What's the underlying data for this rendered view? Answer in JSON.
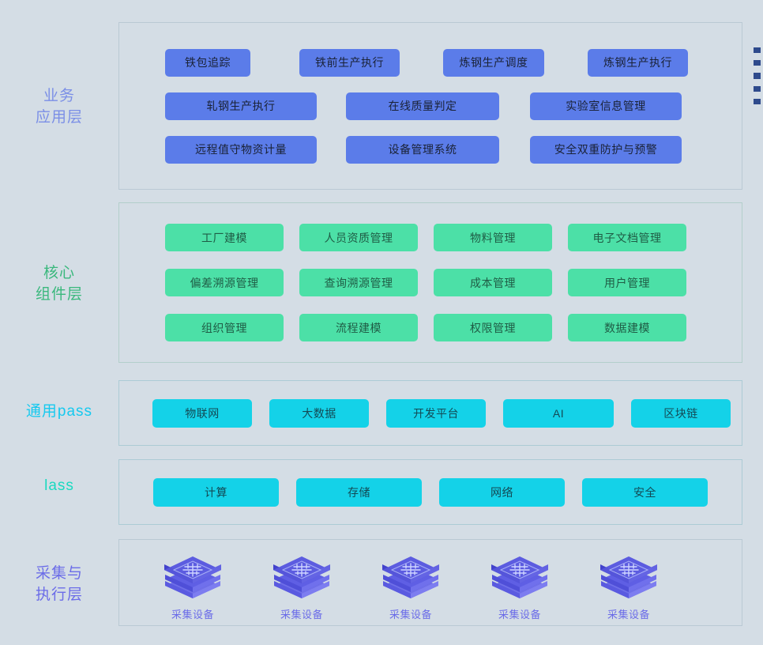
{
  "background_color": "#d4dde5",
  "palette": {
    "blue_chip": "#5b7ce9",
    "green_chip": "#4ce0a7",
    "cyan_chip": "#14d2e8",
    "business_label": "#7b8fe6",
    "core_label": "#3ab87d",
    "pass_label": "#16c9ef",
    "iaas_label": "#1ad9c0",
    "collect_label": "#6b6ce8",
    "panel_border": "#b9c9d3",
    "device_icon": "#4f4ede"
  },
  "layers": [
    {
      "id": "business",
      "label": "业务\n应用层",
      "label_color": "#7b8fe6",
      "chip_style": "blue",
      "rows": [
        [
          "铁包追踪",
          "铁前生产执行",
          "炼钢生产调度",
          "炼钢生产执行"
        ],
        [
          "轧钢生产执行",
          "在线质量判定",
          "实验室信息管理"
        ],
        [
          "远程值守物资计量",
          "设备管理系统",
          "安全双重防护与预警"
        ]
      ]
    },
    {
      "id": "core",
      "label": "核心\n组件层",
      "label_color": "#3ab87d",
      "chip_style": "green",
      "rows": [
        [
          "工厂建模",
          "人员资质管理",
          "物料管理",
          "电子文档管理"
        ],
        [
          "偏差溯源管理",
          "查询溯源管理",
          "成本管理",
          "用户管理"
        ],
        [
          "组织管理",
          "流程建模",
          "权限管理",
          "数据建模"
        ]
      ]
    },
    {
      "id": "pass",
      "label": "通用pass",
      "label_color": "#16c9ef",
      "chip_style": "cyan",
      "rows": [
        [
          "物联网",
          "大数据",
          "开发平台",
          "AI",
          "区块链"
        ]
      ]
    },
    {
      "id": "iaas",
      "label": "lass",
      "label_color": "#1ad9c0",
      "chip_style": "cyan",
      "rows": [
        [
          "计算",
          "存储",
          "网络",
          "安全"
        ]
      ]
    },
    {
      "id": "collect",
      "label": "采集与\n执行层",
      "label_color": "#6b6ce8",
      "devices": [
        {
          "icon": "isometric-device-box",
          "glyph": "采",
          "label": "采集设备"
        },
        {
          "icon": "isometric-device-box",
          "glyph": "采",
          "label": "采集设备"
        },
        {
          "icon": "isometric-device-box",
          "glyph": "采",
          "label": "采集设备"
        },
        {
          "icon": "isometric-device-box",
          "glyph": "采",
          "label": "采集设备"
        },
        {
          "icon": "isometric-device-box",
          "glyph": "采",
          "label": "采集设备"
        }
      ]
    }
  ],
  "edge_marks": {
    "count": 5,
    "color": "#2e4a8c"
  }
}
